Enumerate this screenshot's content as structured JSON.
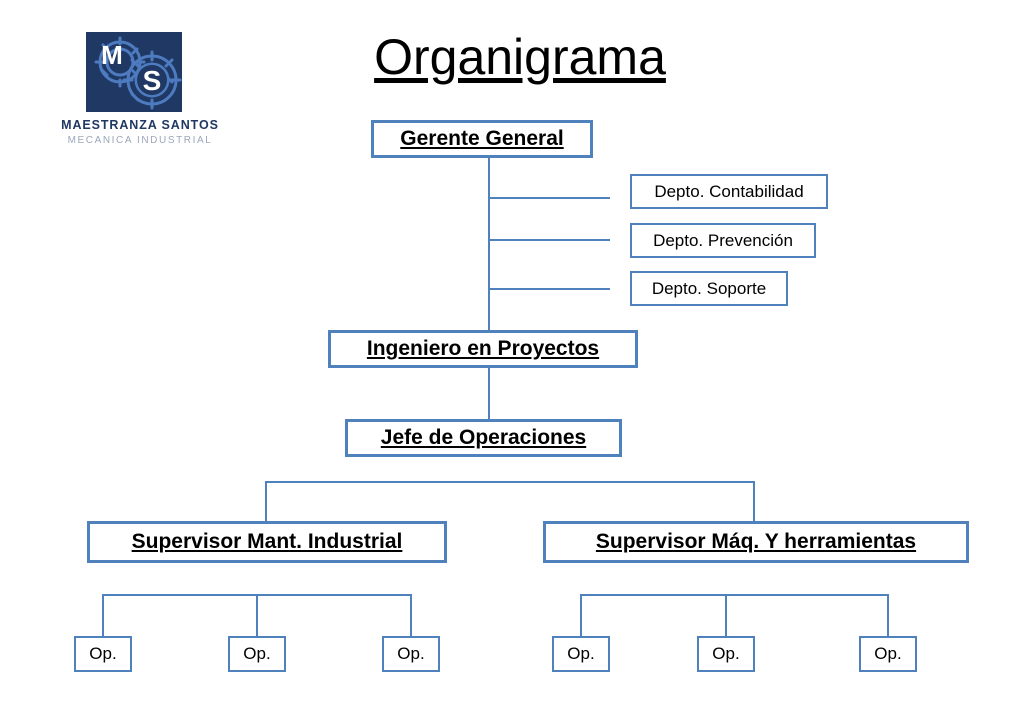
{
  "document": {
    "title": "Organigrama"
  },
  "logo": {
    "mark_letters": [
      "M",
      "S"
    ],
    "company_name": "MAESTRANZA SANTOS",
    "company_tagline": "MECANICA INDUSTRIAL",
    "mark_background": "#1F3864",
    "gear_color": "#4E7BBF"
  },
  "colors": {
    "box_border": "#4F81BD",
    "connector": "#4F81BD",
    "text": "#000000",
    "logo_navy": "#1F3864",
    "logo_gray": "#9AA7BD"
  },
  "chart": {
    "root": {
      "label": "Gerente General"
    },
    "departments": [
      {
        "label": "Depto. Contabilidad"
      },
      {
        "label": "Depto. Prevención"
      },
      {
        "label": "Depto. Soporte"
      }
    ],
    "engineer": {
      "label": "Ingeniero en Proyectos"
    },
    "operations_chief": {
      "label": "Jefe de Operaciones"
    },
    "supervisors": [
      {
        "label": "Supervisor Mant. Industrial"
      },
      {
        "label": "Supervisor Máq. Y herramientas "
      }
    ],
    "operators_left": [
      {
        "label": "Op."
      },
      {
        "label": "Op."
      },
      {
        "label": "Op."
      }
    ],
    "operators_right": [
      {
        "label": "Op."
      },
      {
        "label": "Op."
      },
      {
        "label": "Op."
      }
    ]
  }
}
